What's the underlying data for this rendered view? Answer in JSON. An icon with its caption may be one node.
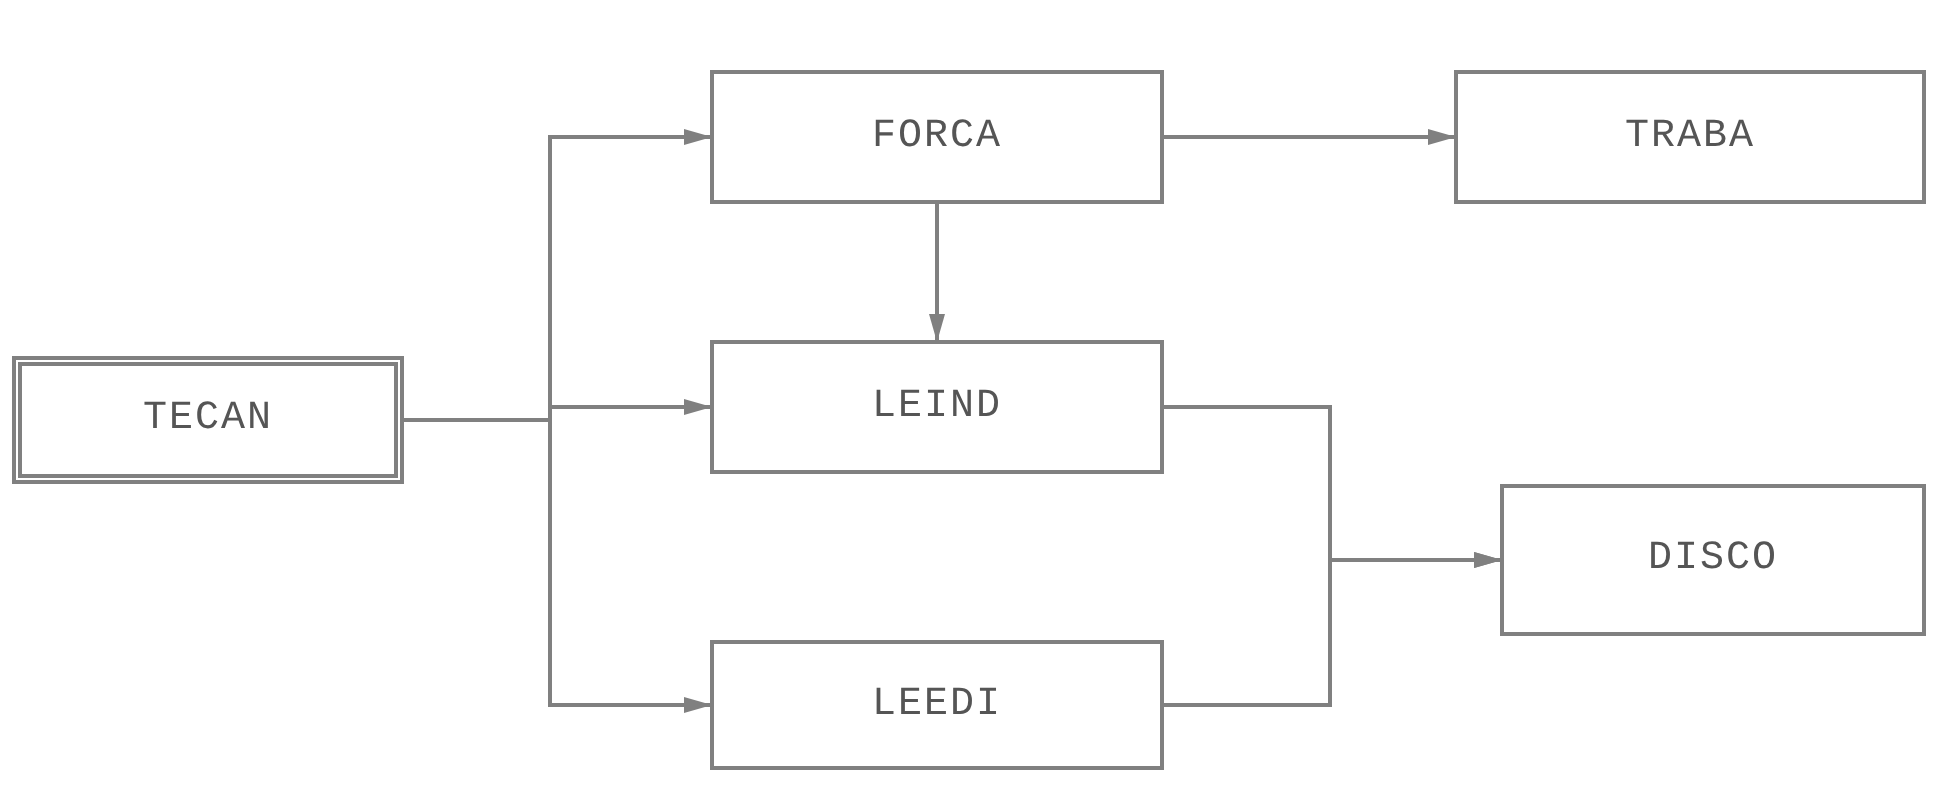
{
  "diagram": {
    "nodes": [
      {
        "text": [
          "TECAN"
        ]
      },
      {
        "text": [
          "FORCA"
        ]
      },
      {
        "text": [
          "TRABA"
        ]
      },
      {
        "text": [
          "LEIND"
        ]
      },
      {
        "text": [
          "DISCO"
        ]
      },
      {
        "text": [
          "LEEDI"
        ]
      }
    ],
    "edges": [
      {
        "from": 0,
        "to": 1,
        "arrow": "to"
      },
      {
        "from": 0,
        "to": 3,
        "arrow": "to"
      },
      {
        "from": 0,
        "to": 5,
        "arrow": "to"
      },
      {
        "from": 1,
        "to": 2,
        "arrow": "to"
      },
      {
        "from": 1,
        "to": 3,
        "arrow": "to"
      },
      {
        "from": 3,
        "to": 4,
        "arrow": "to"
      },
      {
        "from": 5,
        "to": 4,
        "arrow": "to"
      }
    ]
  }
}
